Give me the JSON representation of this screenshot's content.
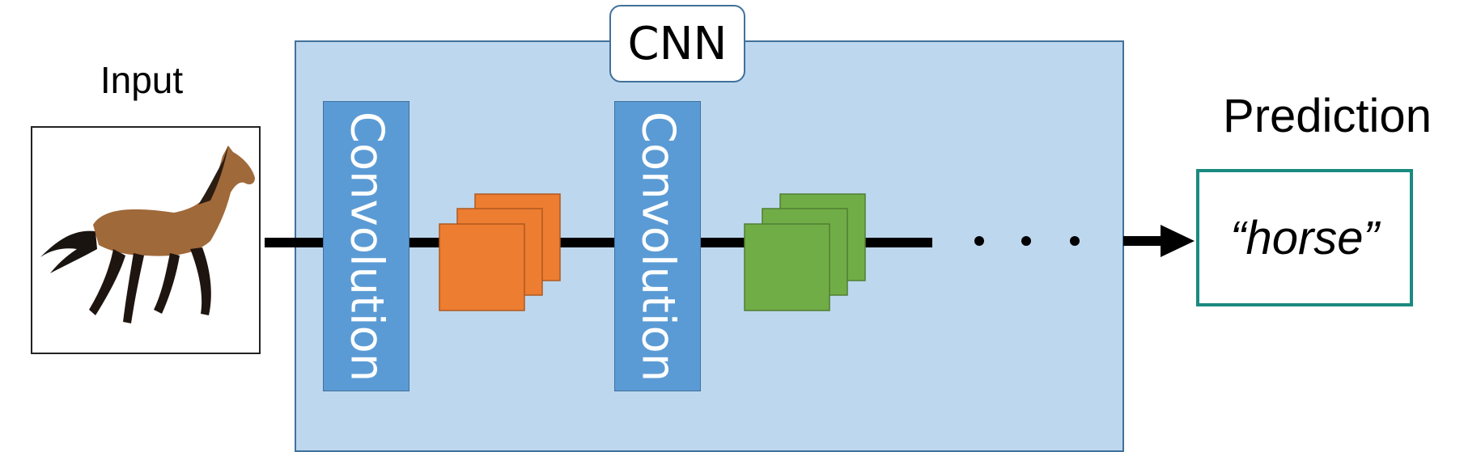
{
  "input": {
    "label": "Input"
  },
  "cnn": {
    "label": "CNN"
  },
  "layers": [
    {
      "label": "Convolution"
    },
    {
      "label": "Convolution"
    }
  ],
  "feature_maps": [
    {
      "color": "#ed7d31"
    },
    {
      "color": "#70ad47"
    }
  ],
  "prediction": {
    "label": "Prediction",
    "value": "“horse”"
  },
  "colors": {
    "cnn_fill": "#bdd7ee",
    "conv_fill": "#5b9bd5",
    "output_border": "#1a8a80"
  }
}
